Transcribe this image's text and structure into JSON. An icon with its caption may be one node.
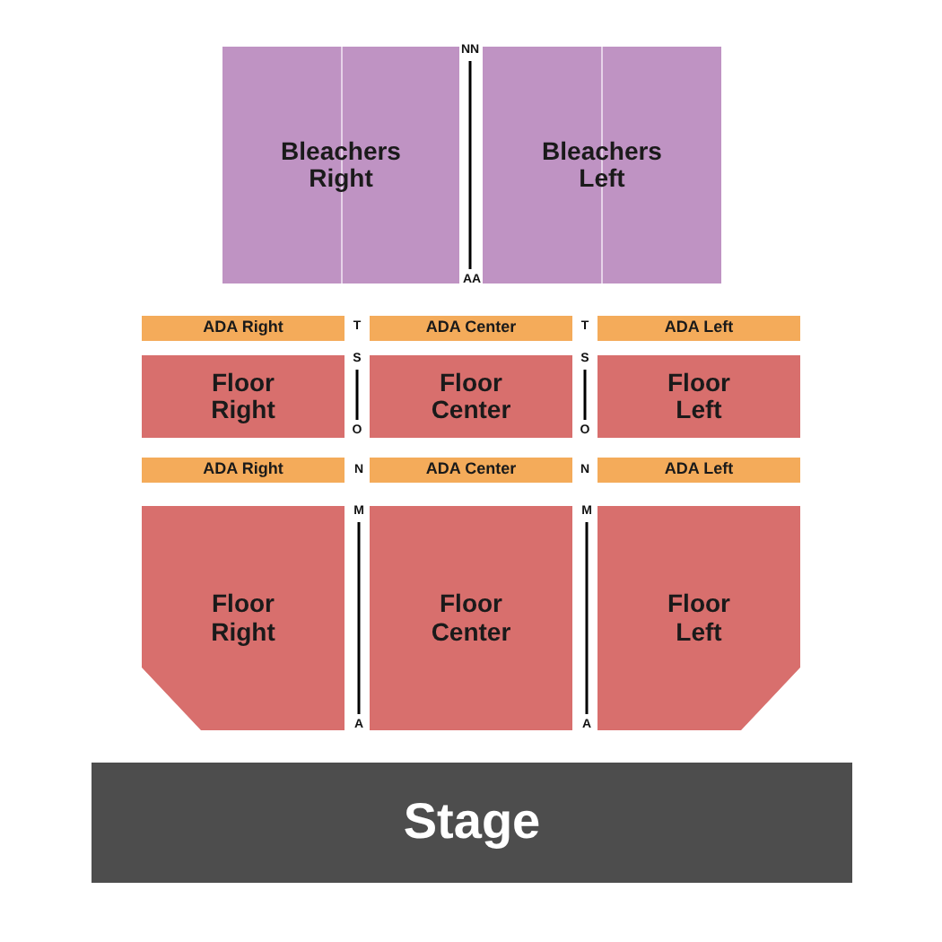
{
  "diagram": {
    "nodes": [
      {
        "text": [
          "Bleachers Right"
        ]
      },
      {
        "text": [
          "Bleachers Left"
        ]
      },
      {
        "text": [
          "ADA Right"
        ]
      },
      {
        "text": [
          "ADA Center"
        ]
      },
      {
        "text": [
          "ADA Left"
        ]
      },
      {
        "text": [
          "Floor Right"
        ]
      },
      {
        "text": [
          "Floor Center"
        ]
      },
      {
        "text": [
          "Floor Left"
        ]
      },
      {
        "text": [
          "ADA Right"
        ]
      },
      {
        "text": [
          "ADA Center"
        ]
      },
      {
        "text": [
          "ADA Left"
        ]
      },
      {
        "text": [
          "Floor Right"
        ]
      },
      {
        "text": [
          "Floor Center"
        ]
      },
      {
        "text": [
          "Floor Left"
        ]
      },
      {
        "text": [
          "Stage"
        ]
      }
    ],
    "labels": [
      "NN",
      "AA",
      "T",
      "T",
      "S",
      "S",
      "O",
      "O",
      "N",
      "N",
      "M",
      "M",
      "A",
      "A"
    ]
  }
}
